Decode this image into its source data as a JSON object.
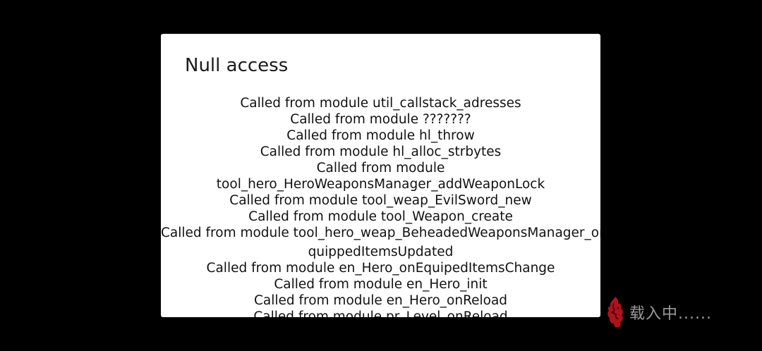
{
  "dialog": {
    "title": "Null access",
    "lines": [
      "Called from module util_callstack_adresses",
      "Called from module ???????",
      "Called from module hl_throw",
      "Called from module hl_alloc_strbytes",
      "Called from module",
      "tool_hero_HeroWeaponsManager_addWeaponLock",
      "Called from module tool_weap_EvilSword_new",
      "Called from module tool_Weapon_create",
      "Called from module tool_hero_weap_BeheadedWeaponsManager_onE",
      "quippedItemsUpdated",
      "Called from module en_Hero_onEquipedItemsChange",
      "Called from module en_Hero_init",
      "Called from module en_Hero_onReload",
      "Called from module pr_Level_onReload"
    ]
  },
  "loading": {
    "text": "载入中......",
    "icon": "red-flame-icon",
    "icon_color": "#b0121b"
  }
}
